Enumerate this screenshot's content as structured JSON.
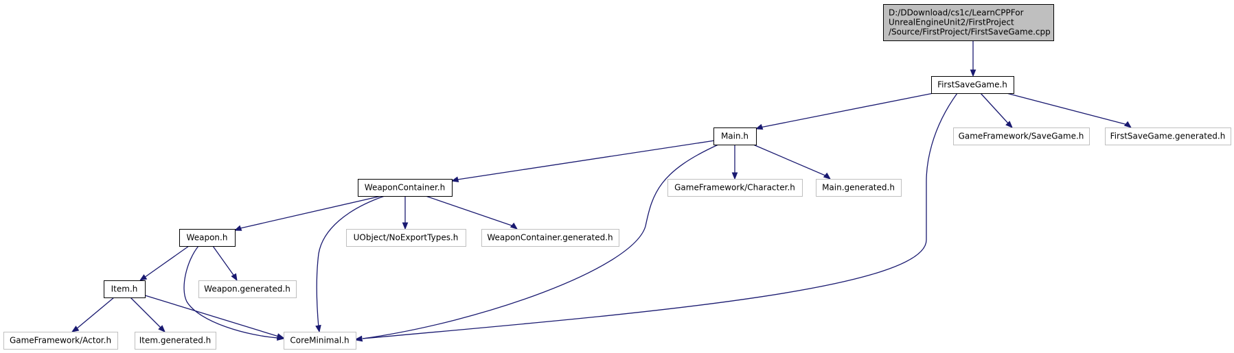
{
  "graph": {
    "nodes": [
      {
        "id": "root",
        "lines": [
          "D:/DDownload/cs1c/LearnCPPFor",
          "UnrealEngineUnit2/FirstProject",
          "/Source/FirstProject/FirstSaveGame.cpp"
        ],
        "style": "root"
      },
      {
        "id": "firstsavegame_h",
        "lines": [
          "FirstSaveGame.h"
        ],
        "style": "documented"
      },
      {
        "id": "main_h",
        "lines": [
          "Main.h"
        ],
        "style": "documented"
      },
      {
        "id": "savegame_h",
        "lines": [
          "GameFramework/SaveGame.h"
        ],
        "style": "external"
      },
      {
        "id": "firstsavegame_generated_h",
        "lines": [
          "FirstSaveGame.generated.h"
        ],
        "style": "external"
      },
      {
        "id": "weaponcontainer_h",
        "lines": [
          "WeaponContainer.h"
        ],
        "style": "documented"
      },
      {
        "id": "character_h",
        "lines": [
          "GameFramework/Character.h"
        ],
        "style": "external"
      },
      {
        "id": "main_generated_h",
        "lines": [
          "Main.generated.h"
        ],
        "style": "external"
      },
      {
        "id": "weapon_h",
        "lines": [
          "Weapon.h"
        ],
        "style": "documented"
      },
      {
        "id": "noexporttypes_h",
        "lines": [
          "UObject/NoExportTypes.h"
        ],
        "style": "external"
      },
      {
        "id": "weaponcontainer_generated_h",
        "lines": [
          "WeaponContainer.generated.h"
        ],
        "style": "external"
      },
      {
        "id": "item_h",
        "lines": [
          "Item.h"
        ],
        "style": "documented"
      },
      {
        "id": "weapon_generated_h",
        "lines": [
          "Weapon.generated.h"
        ],
        "style": "external"
      },
      {
        "id": "actor_h",
        "lines": [
          "GameFramework/Actor.h"
        ],
        "style": "external"
      },
      {
        "id": "item_generated_h",
        "lines": [
          "Item.generated.h"
        ],
        "style": "external"
      },
      {
        "id": "coreminimal_h",
        "lines": [
          "CoreMinimal.h"
        ],
        "style": "external"
      }
    ],
    "edges": [
      {
        "from": "root",
        "to": "firstsavegame_h"
      },
      {
        "from": "firstsavegame_h",
        "to": "main_h"
      },
      {
        "from": "firstsavegame_h",
        "to": "coreminimal_h"
      },
      {
        "from": "firstsavegame_h",
        "to": "savegame_h"
      },
      {
        "from": "firstsavegame_h",
        "to": "firstsavegame_generated_h"
      },
      {
        "from": "main_h",
        "to": "weaponcontainer_h"
      },
      {
        "from": "main_h",
        "to": "coreminimal_h"
      },
      {
        "from": "main_h",
        "to": "character_h"
      },
      {
        "from": "main_h",
        "to": "main_generated_h"
      },
      {
        "from": "weaponcontainer_h",
        "to": "weapon_h"
      },
      {
        "from": "weaponcontainer_h",
        "to": "coreminimal_h"
      },
      {
        "from": "weaponcontainer_h",
        "to": "noexporttypes_h"
      },
      {
        "from": "weaponcontainer_h",
        "to": "weaponcontainer_generated_h"
      },
      {
        "from": "weapon_h",
        "to": "item_h"
      },
      {
        "from": "weapon_h",
        "to": "coreminimal_h"
      },
      {
        "from": "weapon_h",
        "to": "weapon_generated_h"
      },
      {
        "from": "item_h",
        "to": "actor_h"
      },
      {
        "from": "item_h",
        "to": "item_generated_h"
      },
      {
        "from": "item_h",
        "to": "coreminimal_h"
      }
    ],
    "colors": {
      "edge": "#191970",
      "root_fill": "#bfbfbf",
      "documented_border": "#000000",
      "external_border": "#bfbfbf",
      "text": "#000000"
    }
  }
}
